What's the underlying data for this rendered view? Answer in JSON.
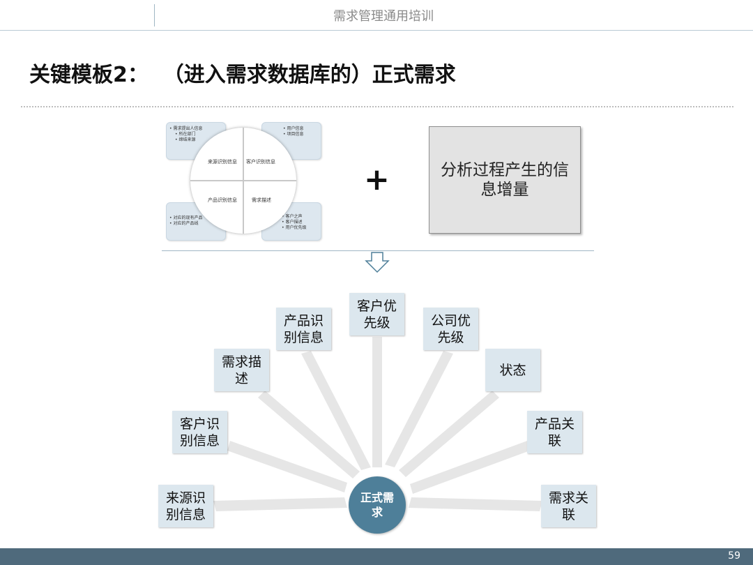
{
  "header": {
    "title": "需求管理通用培训"
  },
  "slide": {
    "title": "关键模板2：  （进入需求数据库的）正式需求"
  },
  "quad_diagram": {
    "center_labels": [
      "来源识别信息",
      "客户识别信息",
      "产品识别信息",
      "需求描述"
    ],
    "top_left_items": [
      "需求提出人信息",
      "所在部门",
      "缔结来源"
    ],
    "top_right_items": [
      "用户信息",
      "项目信息"
    ],
    "bottom_left_items": [
      "对应的现有产品",
      "对应的产品线"
    ],
    "bottom_right_items": [
      "客户之声",
      "客户描述",
      "用户优先级"
    ]
  },
  "plus": "+",
  "info_box": {
    "line1": "分析过程产生的信",
    "line2": "息增量"
  },
  "hub": {
    "line1": "正式需",
    "line2": "求"
  },
  "spoke_boxes": [
    {
      "l1": "来源识",
      "l2": "别信息"
    },
    {
      "l1": "客户识",
      "l2": "别信息"
    },
    {
      "l1": "需求描",
      "l2": "述"
    },
    {
      "l1": "产品识",
      "l2": "别信息"
    },
    {
      "l1": "客户优",
      "l2": "先级"
    },
    {
      "l1": "公司优",
      "l2": "先级"
    },
    {
      "l1": "状态",
      "l2": ""
    },
    {
      "l1": "产品关",
      "l2": "联"
    },
    {
      "l1": "需求关",
      "l2": "联"
    }
  ],
  "footer": {
    "page_number": "59"
  }
}
